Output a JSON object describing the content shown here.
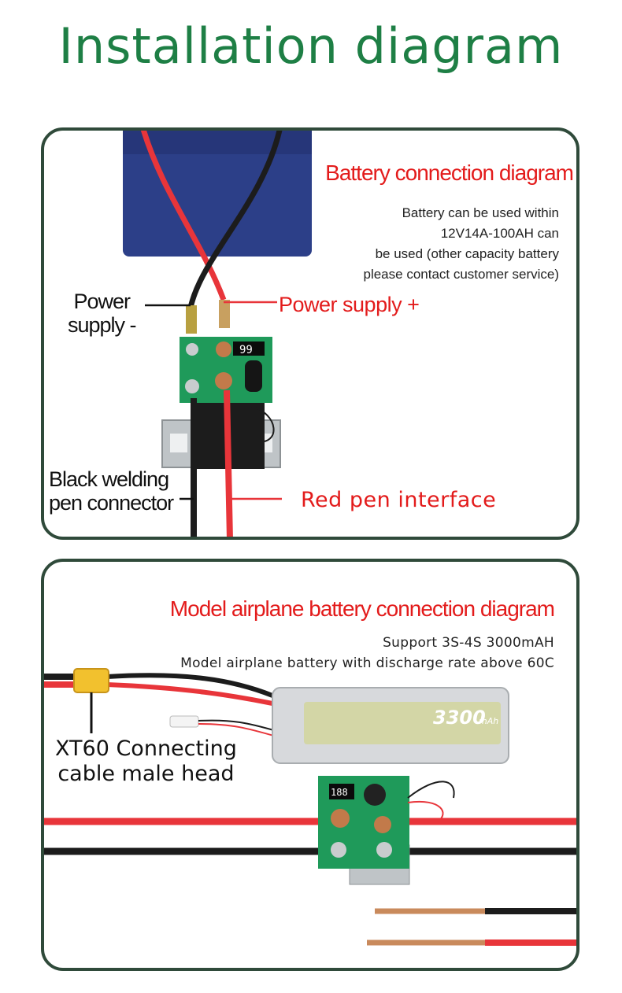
{
  "title": "Installation diagram",
  "panel1": {
    "heading": "Battery connection diagram",
    "note_lines": [
      "Battery can be used within",
      "12V14A-100AH can",
      "be used (other capacity battery",
      "please contact customer service)"
    ],
    "power_minus": [
      "Power",
      "supply -"
    ],
    "power_plus": "Power supply +",
    "black_pen": [
      "Black welding",
      "pen connector"
    ],
    "red_pen": "Red pen interface",
    "display_digits": "99"
  },
  "panel2": {
    "heading": "Model airplane battery connection diagram",
    "support_lines": [
      "Support 3S-4S 3000mAH",
      "Model airplane battery with discharge rate above 60C"
    ],
    "xt60_label": [
      "XT60 Connecting",
      "cable male head"
    ],
    "battery_capacity": "3300",
    "battery_unit": "mAh",
    "display_digits": "188"
  },
  "colors": {
    "title_green": "#1e7f45",
    "heading_red": "#e31b1b",
    "panel_border": "#2f4a3a",
    "wire_red": "#e8353a",
    "wire_black": "#1c1c1c",
    "pcb_green": "#1f9a5a"
  }
}
